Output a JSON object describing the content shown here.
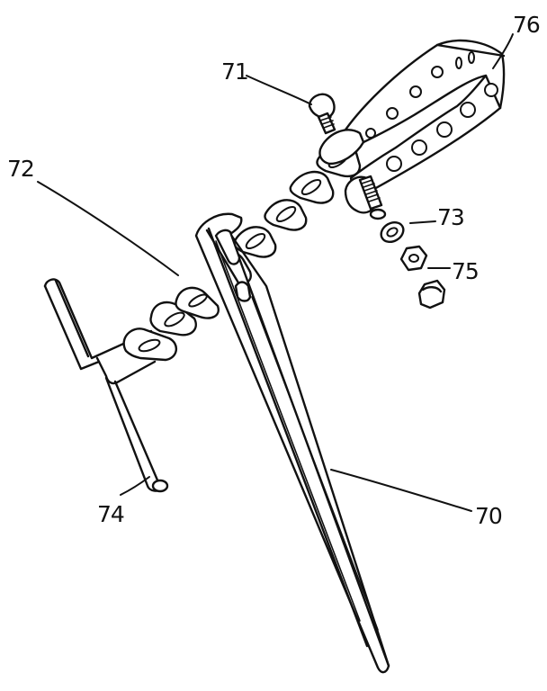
{
  "figure": {
    "labels": {
      "stake": "70",
      "bolt": "71",
      "chain": "72",
      "washer": "73",
      "handle": "74",
      "nut": "75",
      "strap": "76"
    }
  }
}
